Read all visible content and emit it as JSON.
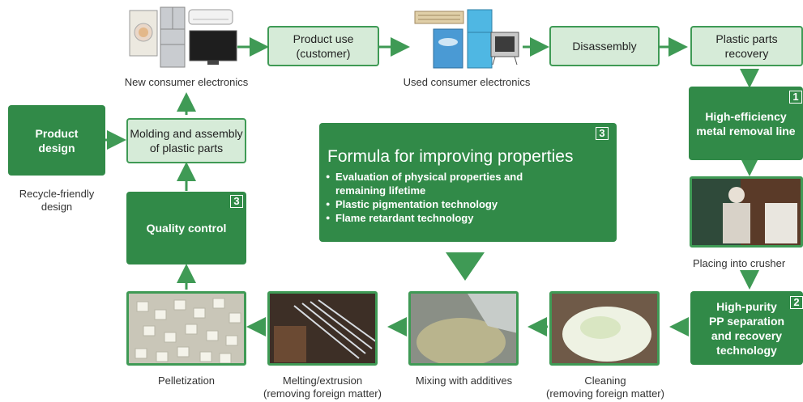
{
  "nodes": {
    "product_use": [
      "Product use",
      "(customer)"
    ],
    "disassembly": "Disassembly",
    "plastic_parts_recovery": [
      "Plastic parts",
      "recovery"
    ],
    "metal_removal": [
      "High-efficiency",
      "metal removal line"
    ],
    "metal_removal_badge": "1",
    "pp_separation": [
      "High-purity",
      "PP separation",
      "and recovery",
      "technology"
    ],
    "pp_separation_badge": "2",
    "product_design": [
      "Product",
      "design"
    ],
    "molding": [
      "Molding and assembly",
      "of plastic parts"
    ],
    "quality_control": "Quality control",
    "quality_control_badge": "3"
  },
  "captions": {
    "new_electronics": "New consumer electronics",
    "used_electronics": "Used consumer electronics",
    "recycle_friendly": [
      "Recycle-friendly",
      "design"
    ],
    "placing_crusher": "Placing into crusher",
    "pelletization": "Pelletization",
    "melting": [
      "Melting/extrusion",
      "(removing foreign matter)"
    ],
    "mixing": "Mixing with additives",
    "cleaning": [
      "Cleaning",
      "(removing foreign matter)"
    ]
  },
  "formula": {
    "badge": "3",
    "title": "Formula for improving properties",
    "items": [
      "Evaluation of physical properties and",
      "remaining lifetime",
      "Plastic pigmentation technology",
      "Flame retardant technology"
    ]
  },
  "colors": {
    "dark_green": "#318a48",
    "light_green": "#d6ebd8",
    "arrow": "#3f9a55"
  },
  "icons": [
    "washer-dryer-icon",
    "refrigerator-icon",
    "air-conditioner-icon",
    "flat-tv-icon",
    "crt-tv-icon"
  ]
}
